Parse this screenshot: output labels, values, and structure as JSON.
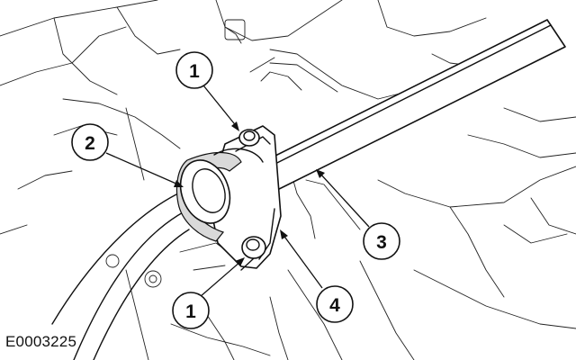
{
  "callouts": [
    {
      "id": "callout-1-top",
      "label": "1"
    },
    {
      "id": "callout-2",
      "label": "2"
    },
    {
      "id": "callout-3",
      "label": "3"
    },
    {
      "id": "callout-1-bottom",
      "label": "1"
    },
    {
      "id": "callout-4",
      "label": "4"
    }
  ],
  "figure_code": "E0003225"
}
